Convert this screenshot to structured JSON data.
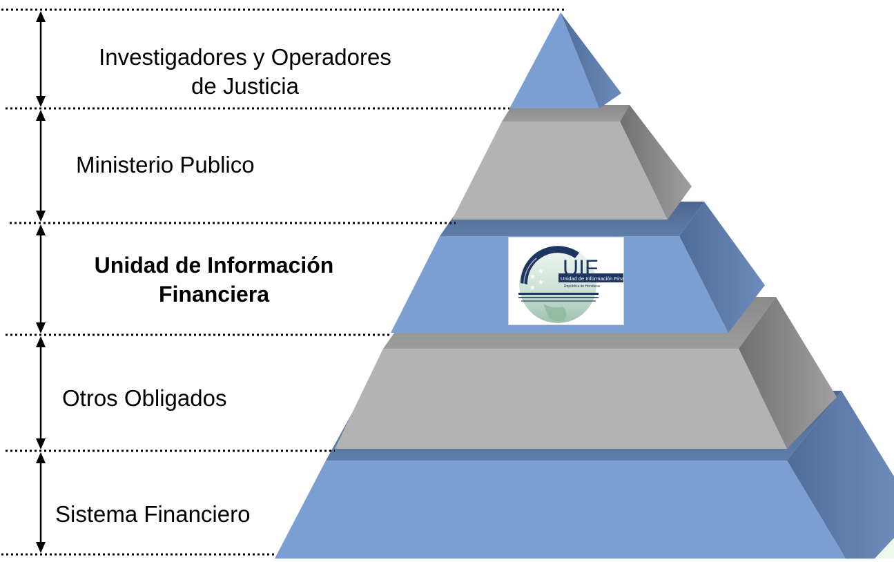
{
  "levels": [
    {
      "label": "Investigadores y Operadores de Justicia",
      "line1": "Investigadores y Operadores",
      "line2": "de Justicia",
      "color": "#7b9fd2"
    },
    {
      "label": "Ministerio Publico",
      "color": "#b3b3b3"
    },
    {
      "label": "Unidad de Información Financiera",
      "line1": "Unidad de Información",
      "line2": "Financiera",
      "color": "#7b9fd2",
      "emphasis": "bold"
    },
    {
      "label": "Otros Obligados",
      "color": "#b3b3b3"
    },
    {
      "label": "Sistema Financiero",
      "color": "#7b9fd2"
    }
  ],
  "logo": {
    "acronym": "UIF",
    "name": "Unidad de Información Financiera",
    "country": "República de Honduras"
  },
  "colors": {
    "blue_face": "#7b9fd2",
    "blue_side": "#5a78a6",
    "gray_face": "#b3b3b3",
    "gray_side": "#7f7f7f",
    "logo_navy": "#1e3560"
  }
}
